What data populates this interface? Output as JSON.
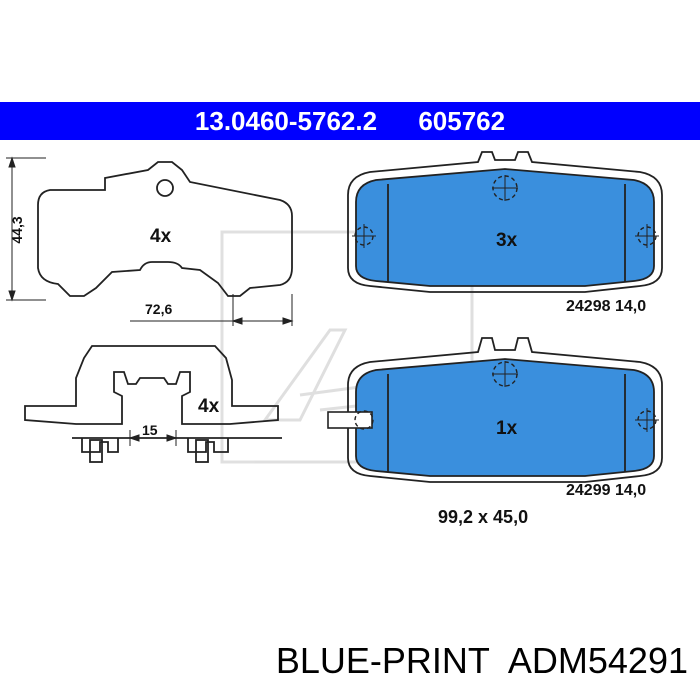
{
  "header": {
    "part_number": "13.0460-5762.2",
    "reference_number": "605762"
  },
  "colors": {
    "banner": "#0000ff",
    "pad_fill": "#3a8fdd",
    "line": "#222222"
  },
  "clip_top": {
    "count": "4x",
    "height_dim": "44,3",
    "width_dim": "72,6"
  },
  "clip_bottom": {
    "count": "4x",
    "spacing_dim": "15"
  },
  "pad_top": {
    "count": "3x",
    "code": "24298",
    "thickness": "14,0"
  },
  "pad_bottom": {
    "count": "1x",
    "code": "24299",
    "thickness": "14,0"
  },
  "pad_dimensions": "99,2 x 45,0",
  "footer": {
    "brand": "BLUE-PRINT",
    "article": "ADM54291"
  }
}
